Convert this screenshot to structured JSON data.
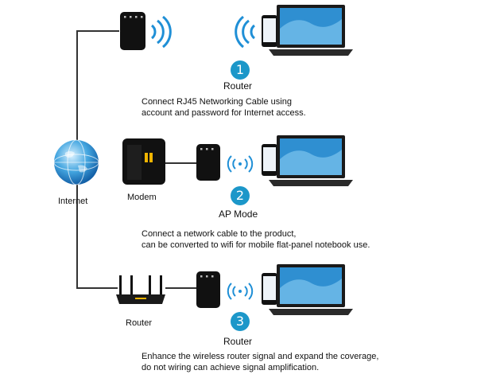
{
  "internet": {
    "label": "Internet"
  },
  "modem": {
    "label": "Modem"
  },
  "router_device": {
    "label": "Router"
  },
  "modes": [
    {
      "number": "1",
      "title": "Router",
      "line1": "Connect RJ45 Networking Cable using",
      "line2": "account and password  for Internet access."
    },
    {
      "number": "2",
      "title": "AP Mode",
      "line1": "Connect a network cable to the product,",
      "line2": "can be converted to wifi for mobile flat-panel notebook use."
    },
    {
      "number": "3",
      "title": "Router",
      "line1": "Enhance the wireless router signal and expand the coverage,",
      "line2": "do not wiring can achieve signal amplification."
    }
  ],
  "colors": {
    "accent": "#1c97c9",
    "wifi": "#1f8fd6",
    "device": "#111111",
    "line": "#333333"
  }
}
